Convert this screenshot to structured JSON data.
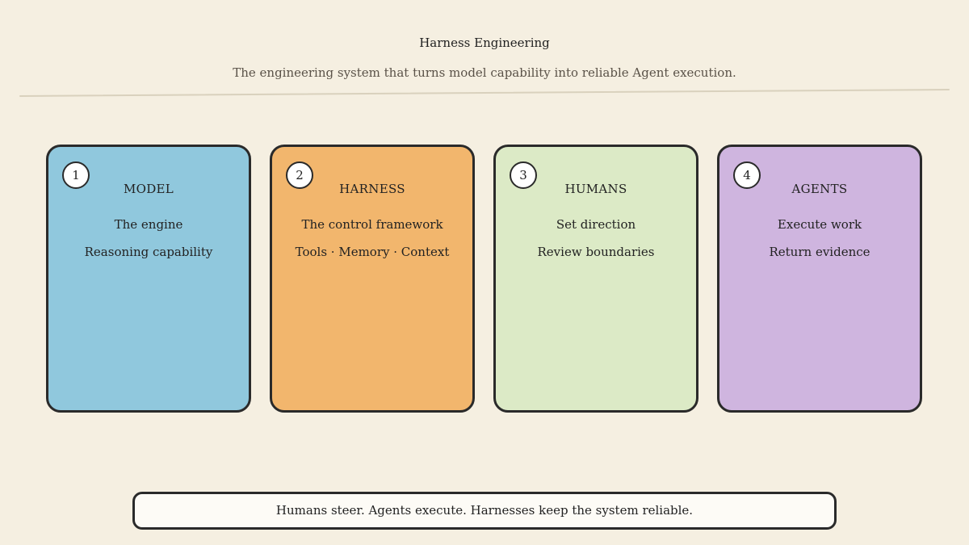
{
  "header": {
    "title": "Harness Engineering",
    "subtitle": "The engineering system that turns model capability into reliable Agent execution."
  },
  "cards": [
    {
      "number": "1",
      "title": "MODEL",
      "line1": "The engine",
      "line2": "Reasoning capability",
      "color": "#90c8dd"
    },
    {
      "number": "2",
      "title": "HARNESS",
      "line1": "The control framework",
      "line2": "Tools · Memory · Context",
      "color": "#f2b66d"
    },
    {
      "number": "3",
      "title": "HUMANS",
      "line1": "Set direction",
      "line2": "Review boundaries",
      "color": "#dceac6"
    },
    {
      "number": "4",
      "title": "AGENTS",
      "line1": "Execute work",
      "line2": "Return evidence",
      "color": "#cfb5df"
    }
  ],
  "footer": {
    "text": "Humans steer. Agents execute. Harnesses keep the system reliable."
  },
  "colors": {
    "background": "#f5efe1",
    "border": "#2a2a2a",
    "divider": "#d9d1bd"
  }
}
